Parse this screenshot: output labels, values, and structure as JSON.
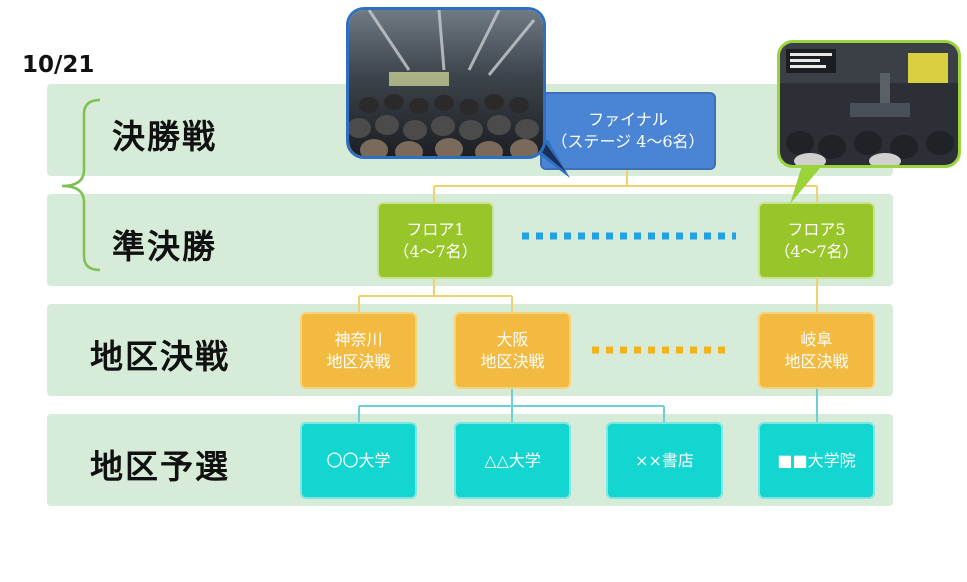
{
  "date": "10/21",
  "levels": [
    {
      "label": "決勝戦"
    },
    {
      "label": "準決勝"
    },
    {
      "label": "地区決戦"
    },
    {
      "label": "地区予選"
    }
  ],
  "final": {
    "label": "ファイナル\n（ステージ 4〜6名）"
  },
  "semi": [
    {
      "label": "フロア1\n（4〜7名）"
    },
    {
      "label": "フロア5\n（4〜7名）"
    }
  ],
  "regional": [
    {
      "label": "神奈川\n地区決戦"
    },
    {
      "label": "大阪\n地区決戦"
    },
    {
      "label": "岐阜\n地区決戦"
    }
  ],
  "prelim": [
    {
      "label": "〇〇大学"
    },
    {
      "label": "△△大学"
    },
    {
      "label": "××書店"
    },
    {
      "label": "■■大学院"
    }
  ],
  "colors": {
    "band": "#d6ecd8",
    "final": "#4a84d4",
    "semi": "#97c52a",
    "regional": "#f2ba41",
    "prelim": "#12d6cf",
    "dots_blue": "#1fa3e6",
    "dots_orange": "#f2b21c"
  }
}
